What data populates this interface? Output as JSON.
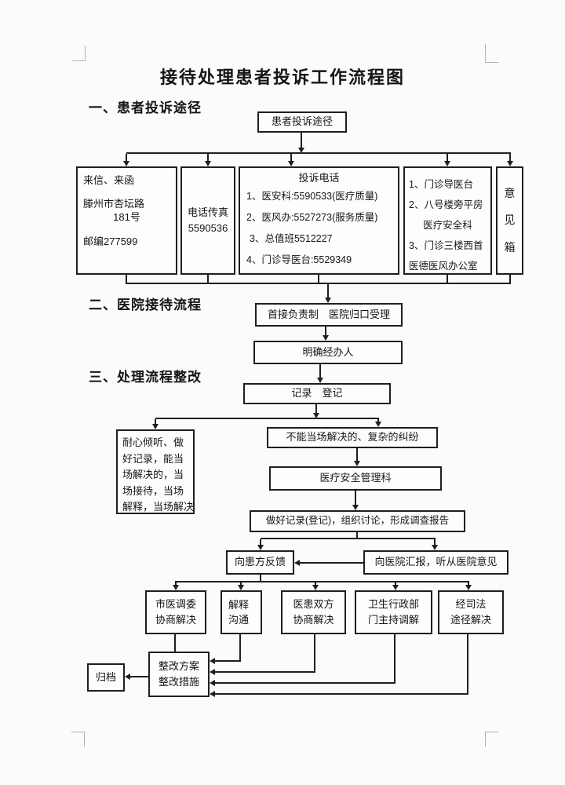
{
  "page": {
    "title": "接待处理患者投诉工作流程图",
    "section1": "一、患者投诉途径",
    "section2": "二、医院接待流程",
    "section3": "三、处理流程整改"
  },
  "flow": {
    "entry": "患者投诉途径",
    "letter_box": {
      "lines": [
        "来信、来函",
        "滕州市杏坛路",
        "181号",
        "邮编277599"
      ]
    },
    "fax_box": {
      "lines": [
        "电话传真",
        "5590536"
      ]
    },
    "phone_box": {
      "title": "投诉电话",
      "items": [
        "1、医安科:5590533(医疗质量)",
        "2、医风办:5527273(服务质量)",
        "3、总值班5512227",
        "4、门诊导医台:5529349"
      ]
    },
    "visit_box": {
      "lines": [
        "1、门诊导医台",
        "2、八号楼旁平房",
        "医疗安全科",
        "3、门诊三楼西首",
        "医德医风办公室"
      ]
    },
    "suggestion_box": {
      "chars": [
        "意",
        "见",
        "箱"
      ]
    },
    "first_accept": "首接负责制　医院归口受理",
    "assign": "明确经办人",
    "record": "记录　登记",
    "onsite_box": {
      "lines": [
        "耐心倾听、做",
        "好记录，能当",
        "场解决的，当",
        "场接待，当场",
        "解释，当场解决"
      ]
    },
    "complex": "不能当场解决的、复杂的纠纷",
    "safety_dept": "医疗安全管理科",
    "report": "做好记录(登记)，组织讨论，形成调查报告",
    "feedback": "向患方反馈",
    "report_hospital": "向医院汇报，听从医院意见",
    "mediation1": {
      "lines": [
        "市医调委",
        "协商解决"
      ]
    },
    "mediation2": {
      "lines": [
        "解释",
        "沟通"
      ]
    },
    "mediation3": {
      "lines": [
        "医患双方",
        "协商解决"
      ]
    },
    "mediation4": {
      "lines": [
        "卫生行政部",
        "门主持调解"
      ]
    },
    "mediation5": {
      "lines": [
        "经司法",
        "途径解决"
      ]
    },
    "rectify": {
      "lines": [
        "整改方案",
        "整改措施"
      ]
    },
    "archive": "归档"
  }
}
